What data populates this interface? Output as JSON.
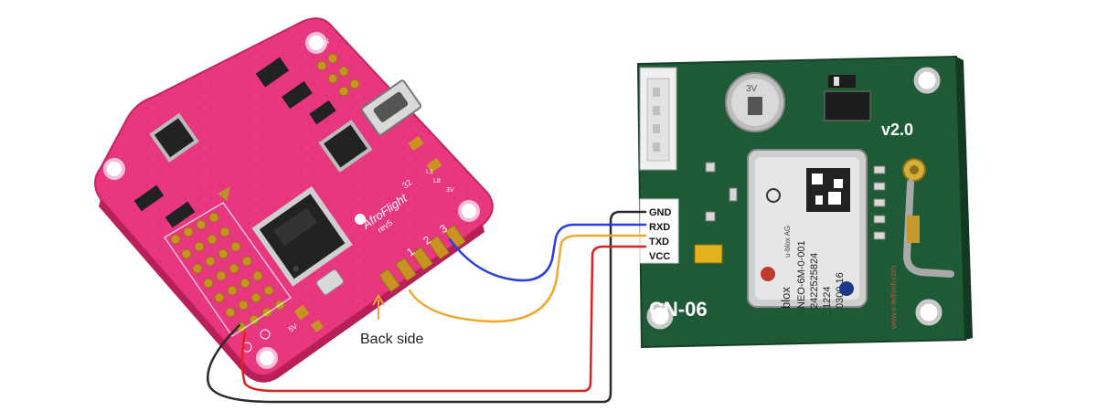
{
  "fc_board": {
    "brand": "AfroFlight",
    "brand_sub": "32",
    "brand_rev": "rev5",
    "uart_pins": [
      "1",
      "2",
      "3"
    ],
    "top_labels": [
      "+5V",
      "L1",
      "L8",
      "3V"
    ],
    "bottom_labels": [
      "5V"
    ],
    "color": "#e8367f"
  },
  "gps_module": {
    "model": "CN-06",
    "version": "v2.0",
    "chip_lines": [
      "NEO-6M-0-001",
      "2422525824",
      "1224",
      "0300  16"
    ],
    "chip_brand": "blox",
    "chip_brand_small": "u-blox AG",
    "battery_label": "3V",
    "pins": [
      "GND",
      "RXD",
      "TXD",
      "VCC"
    ],
    "website": "www.e-ledtech.com",
    "color": "#1f5a36"
  },
  "annotation": {
    "back_side": "Back side"
  },
  "wires": [
    {
      "name": "GND",
      "color": "#2b2b2b"
    },
    {
      "name": "RXD",
      "color": "#2a3fe0"
    },
    {
      "name": "TXD",
      "color": "#f0a830"
    },
    {
      "name": "VCC",
      "color": "#e02020"
    }
  ]
}
